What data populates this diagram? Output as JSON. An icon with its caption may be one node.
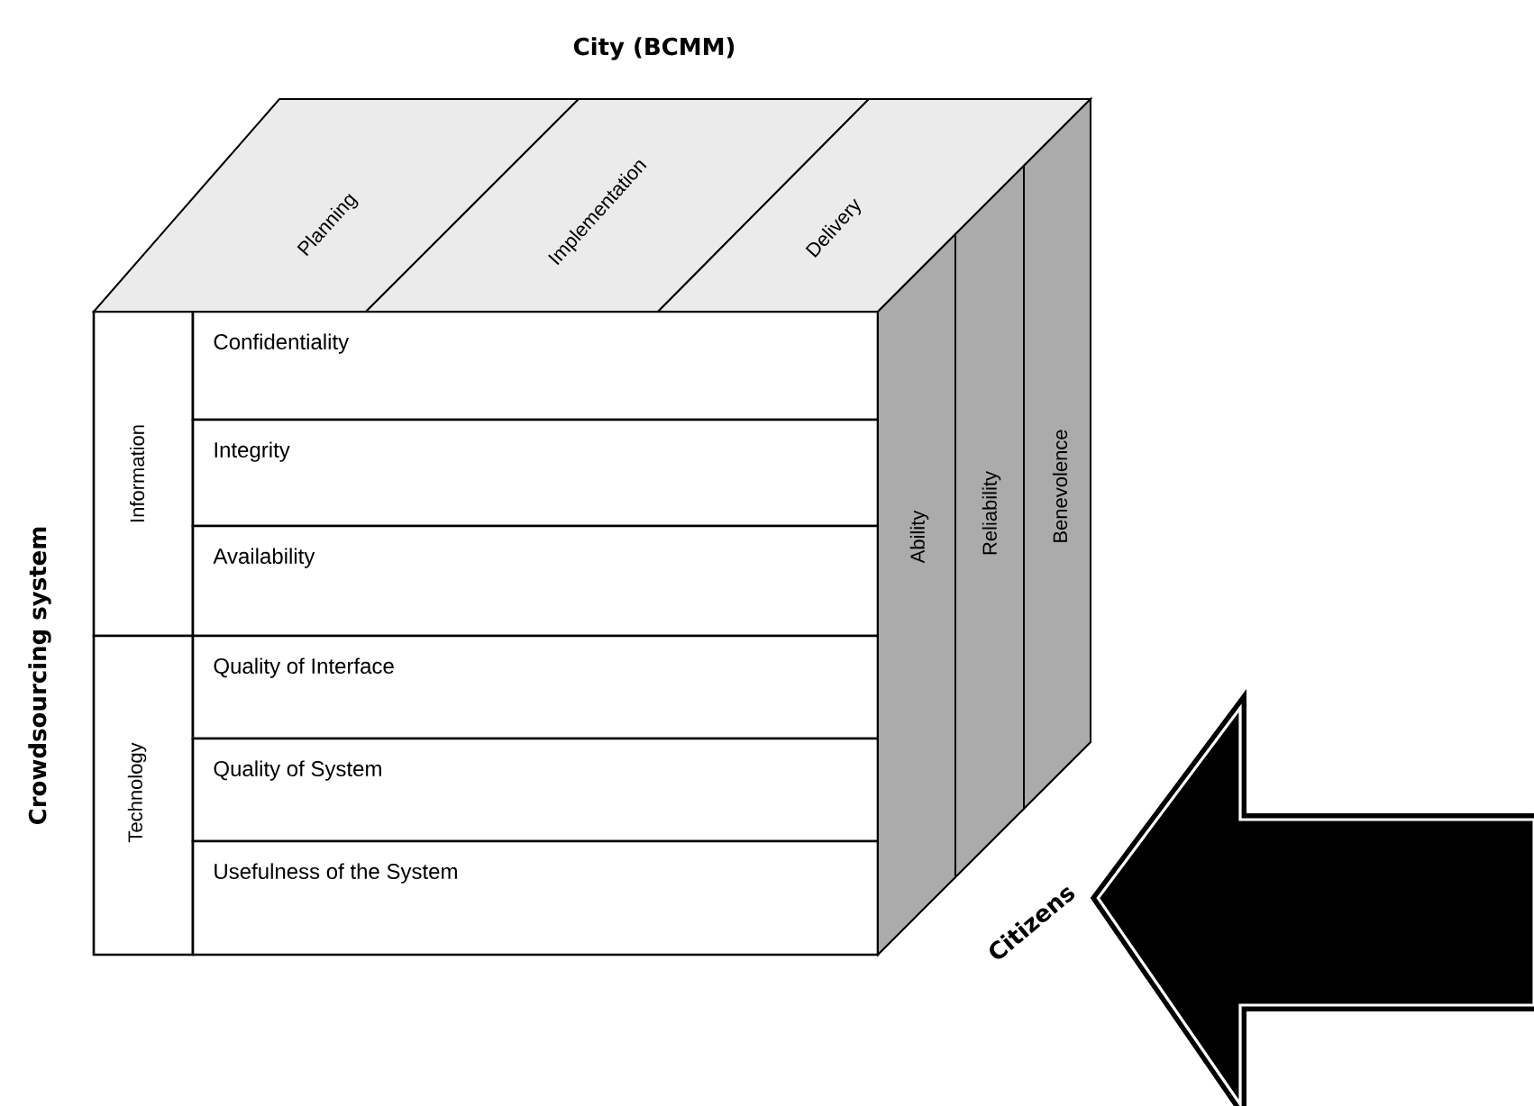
{
  "diagram": {
    "nodes": [
      {
        "text": [
          "Information"
        ]
      },
      {
        "text": [
          "Confidentiality"
        ]
      },
      {
        "text": [
          "Integrity"
        ]
      },
      {
        "text": [
          "Availability"
        ]
      },
      {
        "text": [
          "Technology"
        ]
      },
      {
        "text": [
          "Quality  of Interface"
        ]
      },
      {
        "text": [
          "Quality  of System"
        ]
      },
      {
        "text": [
          "Usefulness of the System"
        ]
      },
      {
        "text": [
          "Planning"
        ]
      },
      {
        "text": [
          "Implementation"
        ]
      },
      {
        "text": [
          "Delivery"
        ]
      },
      {
        "text": [
          "Ability"
        ]
      },
      {
        "text": [
          "Reliability"
        ]
      },
      {
        "text": [
          "Benevolence"
        ]
      },
      {
        "text": [
          "Citizens"
        ]
      }
    ],
    "edges": [
      {
        "from": null,
        "to": 14,
        "arrow": "to",
        "style": "thick"
      }
    ],
    "labels": [
      "City (BCMM)",
      "Crowdsourcing system"
    ]
  }
}
